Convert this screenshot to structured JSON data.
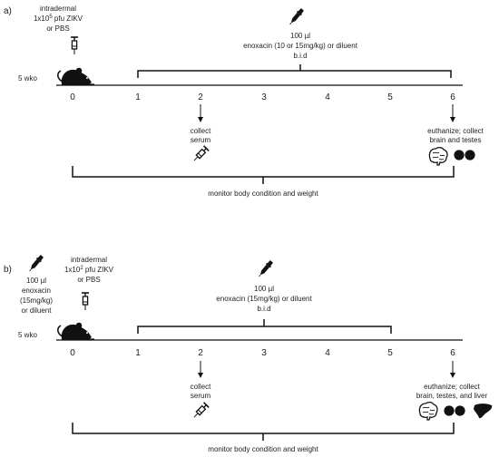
{
  "panel_a": {
    "label": "a)",
    "infection": {
      "l1": "intradermal",
      "l2a": "1x10",
      "l2sup": "5",
      "l2b": " pfu ZIKV",
      "l3": "or PBS"
    },
    "age": "5 wko",
    "treatment": {
      "l1": "100 µl",
      "l2": "enoxacin (10 or 15mg/kg) or diluent",
      "l3": "b.i.d"
    },
    "days": [
      "0",
      "1",
      "2",
      "3",
      "4",
      "5",
      "6"
    ],
    "serum": {
      "l1": "collect",
      "l2": "serum"
    },
    "end": {
      "l1": "euthanize; collect",
      "l2": "brain and testes"
    },
    "monitor": "monitor body condition and weight"
  },
  "panel_b": {
    "label": "b)",
    "pretreat": {
      "l1": "100 µl",
      "l2": "enoxacin",
      "l3": "(15mg/kg)",
      "l4": "or diluent"
    },
    "infection": {
      "l1": "intradermal",
      "l2a": "1x10",
      "l2sup": "2",
      "l2b": " pfu ZIKV",
      "l3": "or PBS"
    },
    "age": "5 wko",
    "treatment": {
      "l1": "100 µl",
      "l2": "enoxacin (15mg/kg) or diluent",
      "l3": "b.i.d"
    },
    "days": [
      "0",
      "1",
      "2",
      "3",
      "4",
      "5",
      "6"
    ],
    "serum": {
      "l1": "collect",
      "l2": "serum"
    },
    "end": {
      "l1": "euthanize; collect",
      "l2": "brain, testes, and liver"
    },
    "monitor": "monitor body condition and weight"
  },
  "icons": [
    "mouse-icon",
    "syringe-icon",
    "dropper-icon",
    "brain-icon",
    "testes-icon",
    "liver-icon"
  ]
}
